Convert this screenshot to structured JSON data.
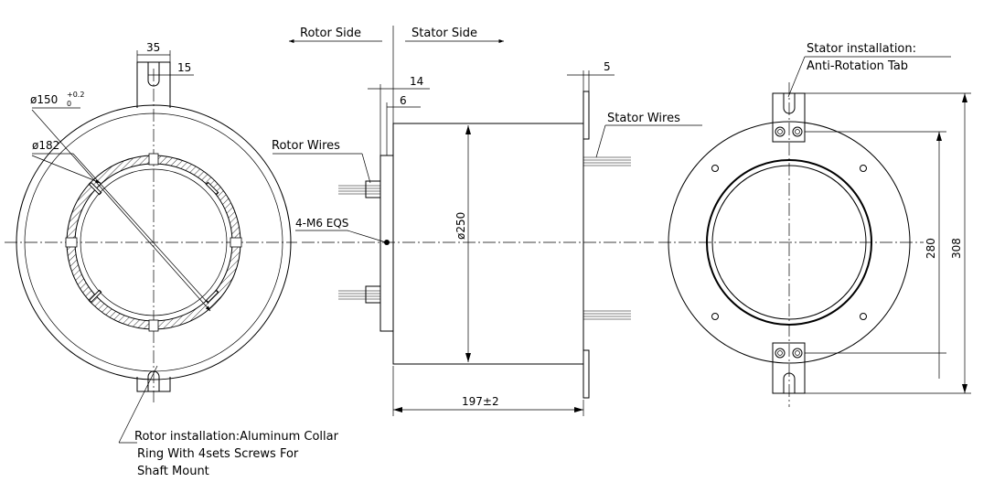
{
  "labels": {
    "rotor_side": "Rotor Side",
    "stator_side": "Stator Side",
    "rotor_wires": "Rotor Wires",
    "stator_wires": "Stator Wires",
    "bolts": "4-M6 EQS",
    "stator_install_1": "Stator installation:",
    "stator_install_2": "Anti-Rotation Tab",
    "rotor_install_1": "Rotor installation:Aluminum Collar",
    "rotor_install_2": "Ring With 4sets Screws For",
    "rotor_install_3": "Shaft Mount"
  },
  "dimensions": {
    "tab_width": "35",
    "tab_slot": "15",
    "bore_diameter_main": "ø150",
    "bore_tol_upper": "+0.2",
    "bore_tol_lower": "0",
    "outer_diameter": "ø182",
    "body_diameter": "ø250",
    "flange_14": "14",
    "flange_6": "6",
    "stator_tab_thickness": "5",
    "length": "197±2",
    "hole_spacing_280": "280",
    "tab_span_308": "308"
  }
}
